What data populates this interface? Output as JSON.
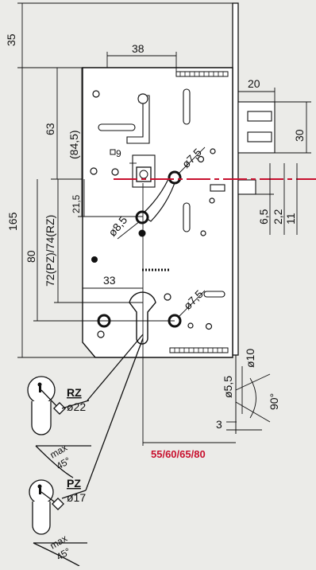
{
  "colors": {
    "background": "#ebebe8",
    "line": "#111111",
    "accent": "#c8102e",
    "plate": "#ffffff"
  },
  "dimensions": {
    "top_offset": "35",
    "faceplate_to_top_width": "38",
    "total_height": "165",
    "hole_spacing_63": "63",
    "hole_spacing_845": "(84,5)",
    "small_square": "9",
    "follower_diameter": "ø7,5",
    "follower_offset": "21,5",
    "hole_diameter_85": "ø8,5",
    "spacing_80": "80",
    "spacing_72_74": "72(PZ)/74(RZ)",
    "backset_33": "33",
    "lower_hole_diameter": "ø7,5",
    "latch_width": "20",
    "latch_height": "30",
    "latch_6_5": "6,5",
    "latch_2_2": "2,2",
    "latch_11": "11",
    "strike_10": "ø10",
    "strike_5_5": "ø5,5",
    "angle_90": "90°",
    "faceplate_3": "3",
    "backset_options": "55/60/65/80"
  },
  "cylinders": {
    "rz": {
      "label": "RZ",
      "diameter": "ø22",
      "max_label": "max",
      "max_angle": "45°"
    },
    "pz": {
      "label": "PZ",
      "diameter": "ø17",
      "max_label": "max",
      "max_angle": "45°"
    }
  }
}
